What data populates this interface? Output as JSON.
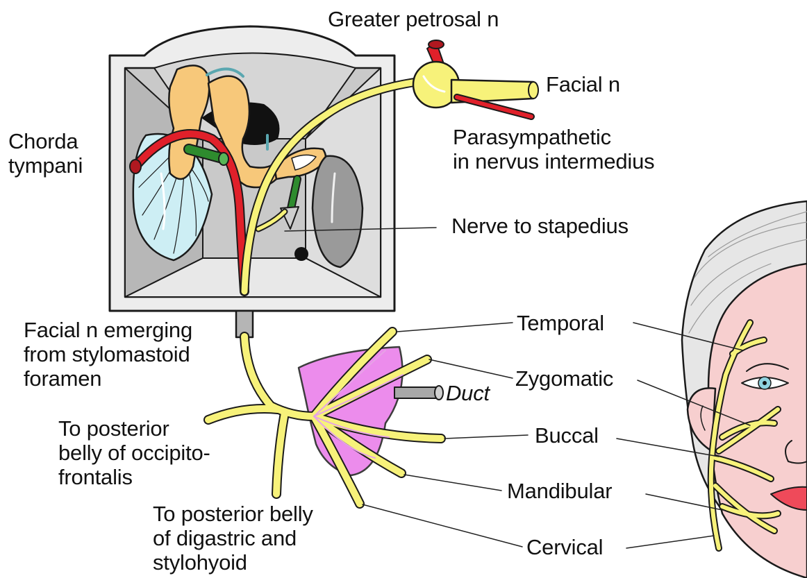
{
  "labels": {
    "greater_petrosal": "Greater petrosal n",
    "facial_n": "Facial n",
    "parasympathetic": [
      "Parasympathetic",
      "in nervus intermedius"
    ],
    "chorda_tympani": [
      "Chorda",
      "tympani"
    ],
    "nerve_to_stapedius": "Nerve to stapedius",
    "facial_emerging": [
      "Facial n emerging",
      "from stylomastoid",
      "foramen"
    ],
    "occipitofrontalis": [
      "To posterior",
      "belly of occipito-",
      "frontalis"
    ],
    "digastric": [
      "To posterior belly",
      "of digastric and",
      "stylohyoid"
    ],
    "duct": "Duct",
    "temporal": "Temporal",
    "zygomatic": "Zygomatic",
    "buccal": "Buccal",
    "mandibular": "Mandibular",
    "cervical": "Cervical"
  },
  "colors": {
    "nerve": "#f7f27a",
    "artery": "#e0202a",
    "muscle": "#2e8b2e",
    "ossicle": "#f7c87a",
    "tympanic_membrane": "#cdeef4",
    "parotid_gland": "#ec86ec",
    "skin": "#f7cfcf",
    "hair": "#e6e6e6",
    "box_gray": "#c8c8c8",
    "eye_iris": "#8fd3e0",
    "lip": "#ef4a5a"
  }
}
